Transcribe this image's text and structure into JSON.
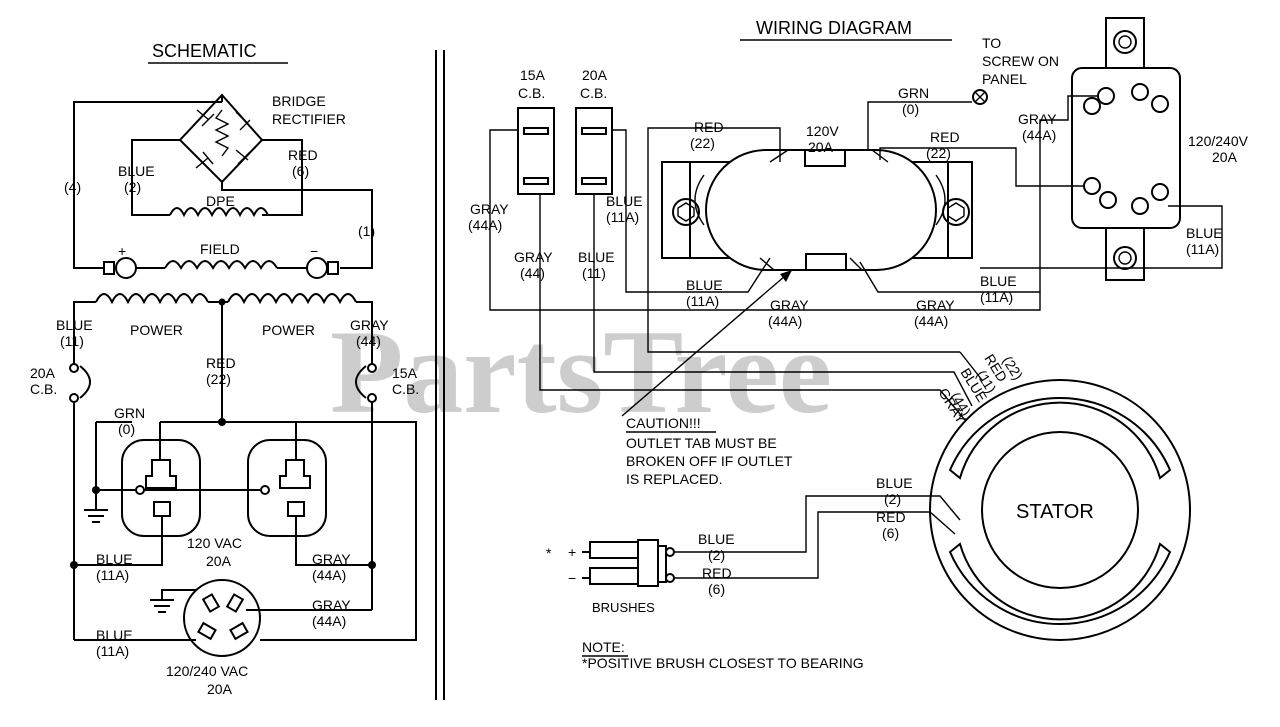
{
  "schematic": {
    "title": "SCHEMATIC",
    "bridge_label_1": "BRIDGE",
    "bridge_label_2": "RECTIFIER",
    "wire_4": "(4)",
    "wire_1": "(1)",
    "blue_lbl": "BLUE",
    "blue_num": "(2)",
    "red_lbl": "RED",
    "red_num": "(6)",
    "dpe": "DPE",
    "field": "FIELD",
    "plus": "+",
    "minus": "−",
    "power_left": "POWER",
    "power_right": "POWER",
    "blue11_lbl": "BLUE",
    "blue11_num": "(11)",
    "gray44_lbl": "GRAY",
    "gray44_num": "(44)",
    "cb20_1": "20A",
    "cb20_2": "C.B.",
    "cb15_1": "15A",
    "cb15_2": "C.B.",
    "red22_lbl": "RED",
    "red22_num": "(22)",
    "grn_lbl": "GRN",
    "grn_num": "(0)",
    "vac120_1": "120 VAC",
    "vac120_2": "20A",
    "blue11a_lbl": "BLUE",
    "blue11a_num": "(11A)",
    "gray44a_lbl": "GRAY",
    "gray44a_num": "(44A)",
    "gray44a2_lbl": "GRAY",
    "gray44a2_num": "(44A)",
    "blue11a2_lbl": "BLUE",
    "blue11a2_num": "(11A)",
    "vac240_1": "120/240 VAC",
    "vac240_2": "20A"
  },
  "wiring": {
    "title": "WIRING DIAGRAM",
    "screw_1": "TO",
    "screw_2": "SCREW ON",
    "screw_3": "PANEL",
    "cb15_1": "15A",
    "cb15_2": "C.B.",
    "cb20_1": "20A",
    "cb20_2": "C.B.",
    "grn_lbl": "GRN",
    "grn_num": "(0)",
    "red22_lbl": "RED",
    "red22_num": "(22)",
    "outlet120_1": "120V",
    "outlet120_2": "20A",
    "red22b_lbl": "RED",
    "red22b_num": "(22)",
    "gray44a_lbl": "GRAY",
    "gray44a_num": "(44A)",
    "outlet240_1": "120/240V",
    "outlet240_2": "20A",
    "gray44a_left_lbl": "GRAY",
    "gray44a_left_num": "(44A)",
    "blue11a_lbl": "BLUE",
    "blue11a_num": "(11A)",
    "blue11a_right_lbl": "BLUE",
    "blue11a_right_num": "(11A)",
    "gray44_lbl": "GRAY",
    "gray44_num": "(44)",
    "blue11_lbl": "BLUE",
    "blue11_num": "(11)",
    "blue11a_b_lbl": "BLUE",
    "blue11a_b_num": "(11A)",
    "gray44a_b_lbl": "GRAY",
    "gray44a_b_num": "(44A)",
    "gray44a_c_lbl": "GRAY",
    "gray44a_c_num": "(44A)",
    "blue11a_c_lbl": "BLUE",
    "blue11a_c_num": "(11A)",
    "stator_red": "RED",
    "stator_red_num": "(22)",
    "stator_blue": "BLUE",
    "stator_blue_num": "(11)",
    "stator_gray": "GRAY",
    "stator_gray_num": "(44)",
    "caution_title": "CAUTION!!!",
    "caution_1": "OUTLET TAB MUST BE",
    "caution_2": "BROKEN OFF IF OUTLET",
    "caution_3": "IS REPLACED.",
    "stator": "STATOR",
    "st_blue_lbl": "BLUE",
    "st_blue_num": "(2)",
    "st_red_lbl": "RED",
    "st_red_num": "(6)",
    "br_blue_lbl": "BLUE",
    "br_blue_num": "(2)",
    "br_red_lbl": "RED",
    "br_red_num": "(6)",
    "asterisk": "*",
    "br_plus": "+",
    "br_minus": "−",
    "brushes": "BRUSHES",
    "note_title": "NOTE:",
    "note_text": "*POSITIVE BRUSH CLOSEST TO BEARING"
  },
  "watermark": "PartsTree"
}
